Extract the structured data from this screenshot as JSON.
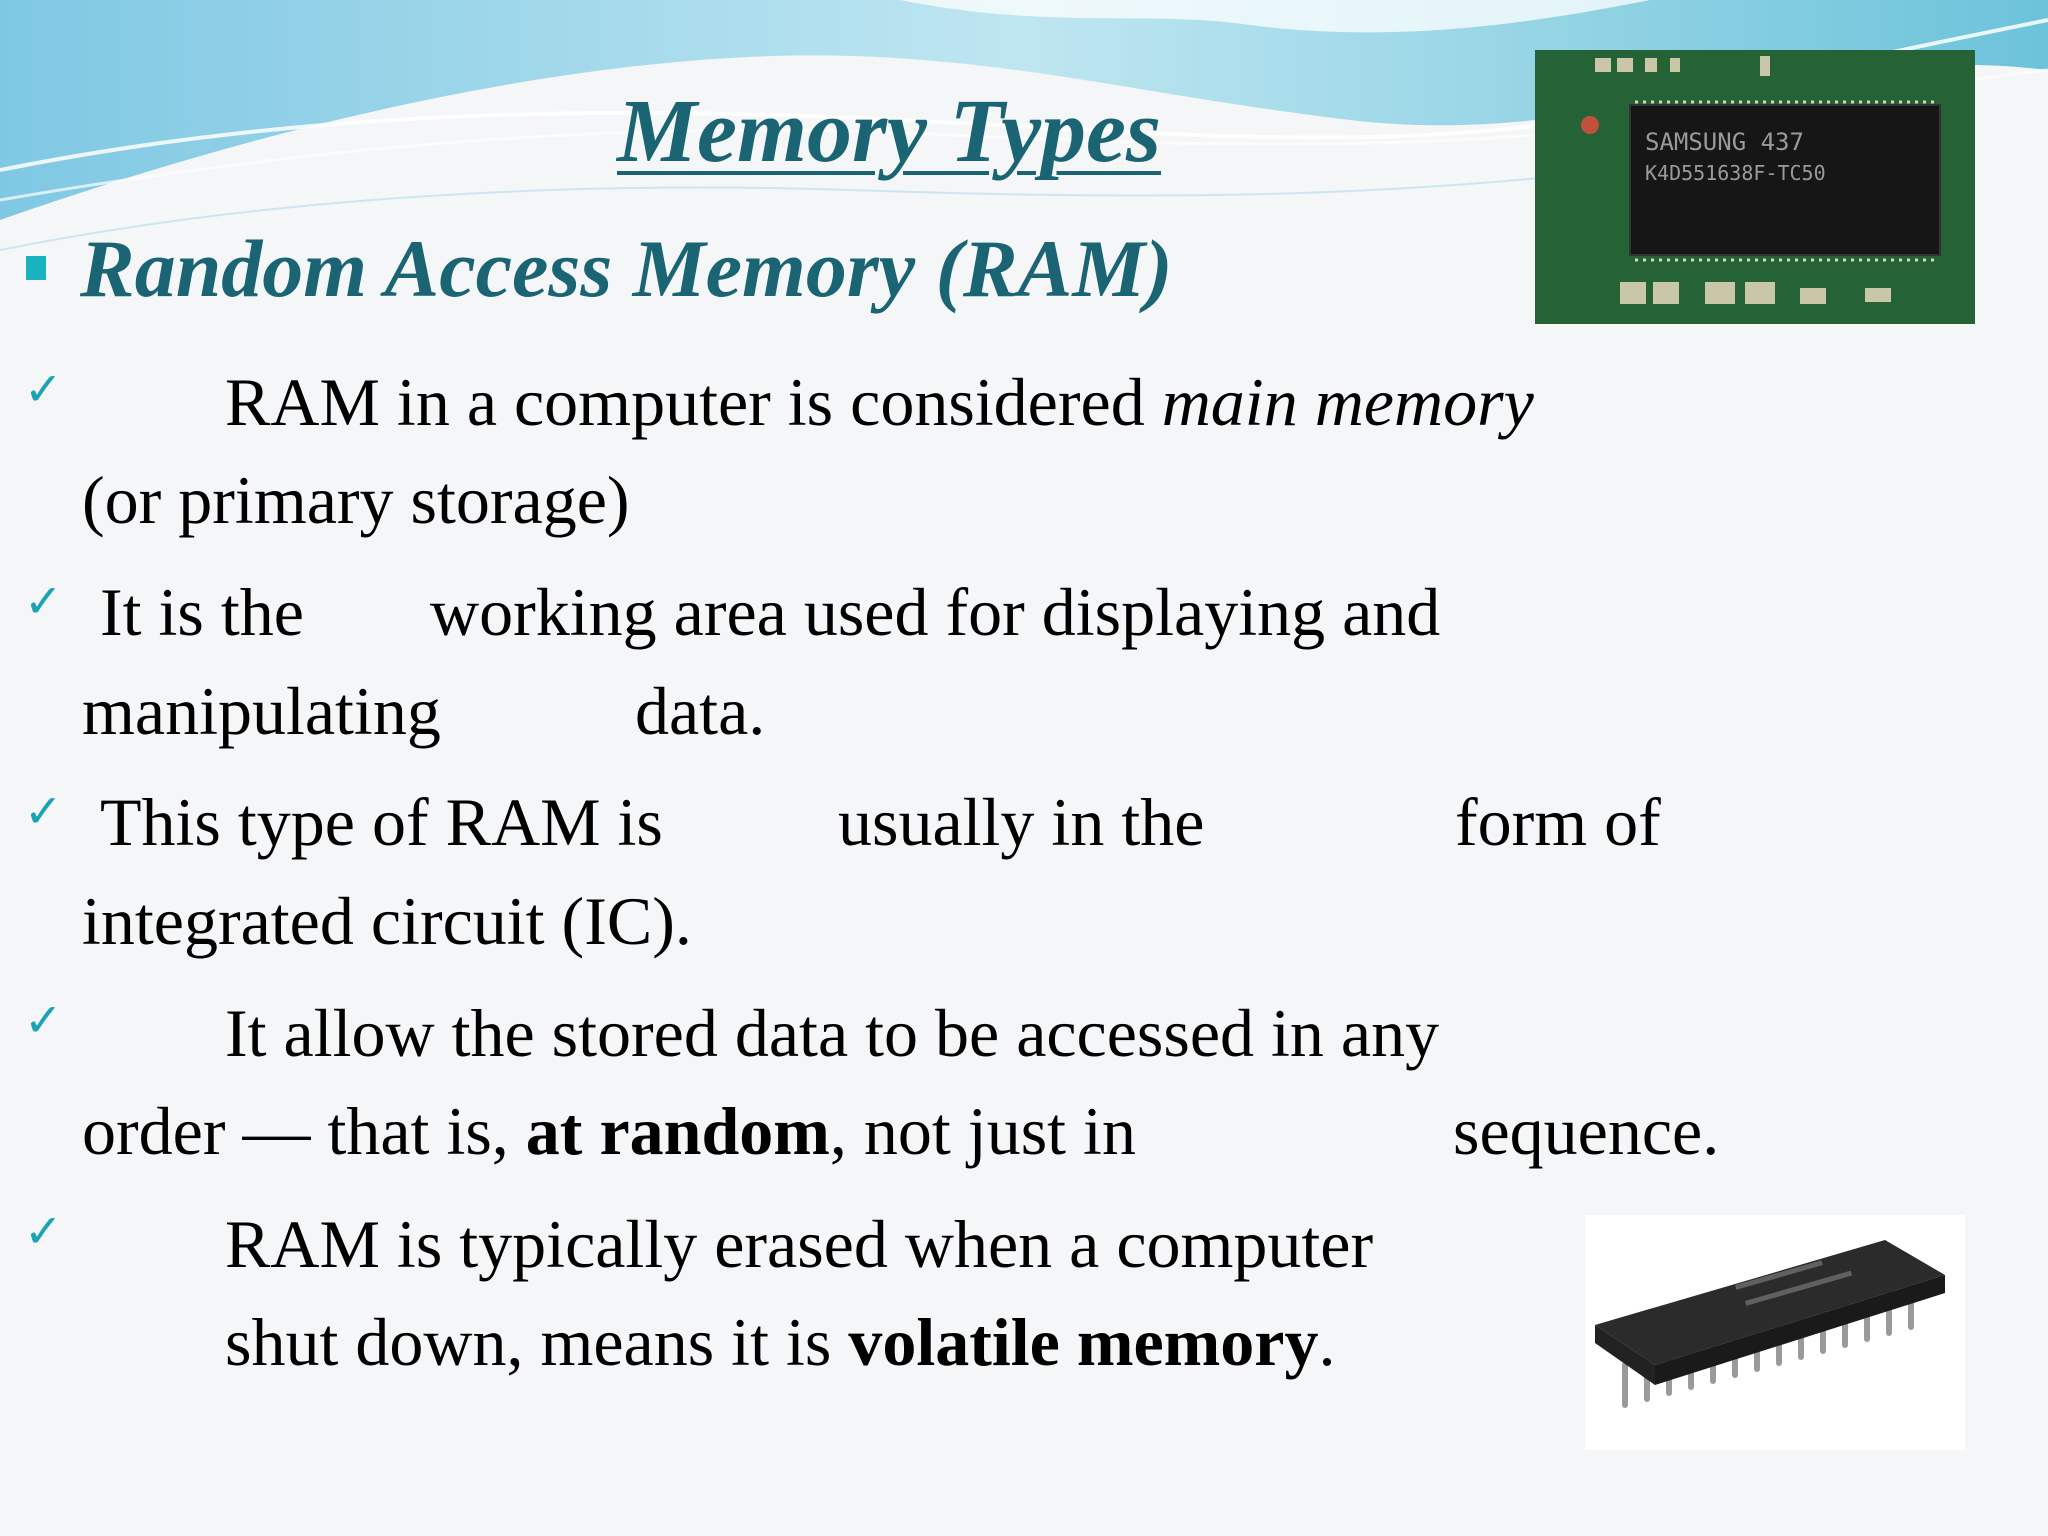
{
  "slide": {
    "title": "Memory Types",
    "heading": "Random Access Memory (RAM)",
    "points": [
      {
        "line1_a": "RAM in a computer is considered ",
        "line1_b": "main memory",
        "line2": "(or primary storage)"
      },
      {
        "line1_a": "It is the",
        "line1_b": "working area used for displaying and",
        "line2_a": "manipulating",
        "line2_b": "data."
      },
      {
        "line1_a": "This type of RAM is",
        "line1_b": "usually in the",
        "line1_c": "form of",
        "line2": "integrated circuit (IC)."
      },
      {
        "line1": "It allow the stored data to be accessed in any",
        "line2_a": "order — that is, ",
        "line2_b": "at random",
        "line2_c": ", not just in",
        "line2_d": "sequence."
      },
      {
        "line1": "RAM is typically erased when a computer",
        "line2_a": "shut down, means it is ",
        "line2_b": "volatile memory",
        "line2_c": "."
      }
    ],
    "chip_label_1": "SAMSUNG   437",
    "chip_label_2": "K4D551638F-TC50"
  },
  "colors": {
    "title": "#1a6474",
    "bullet": "#17b3c0",
    "check": "#1aa3b4",
    "wave": "#7ccbe0"
  },
  "icons": {
    "bullet": "square-bullet-icon",
    "check": "check-mark-icon"
  }
}
